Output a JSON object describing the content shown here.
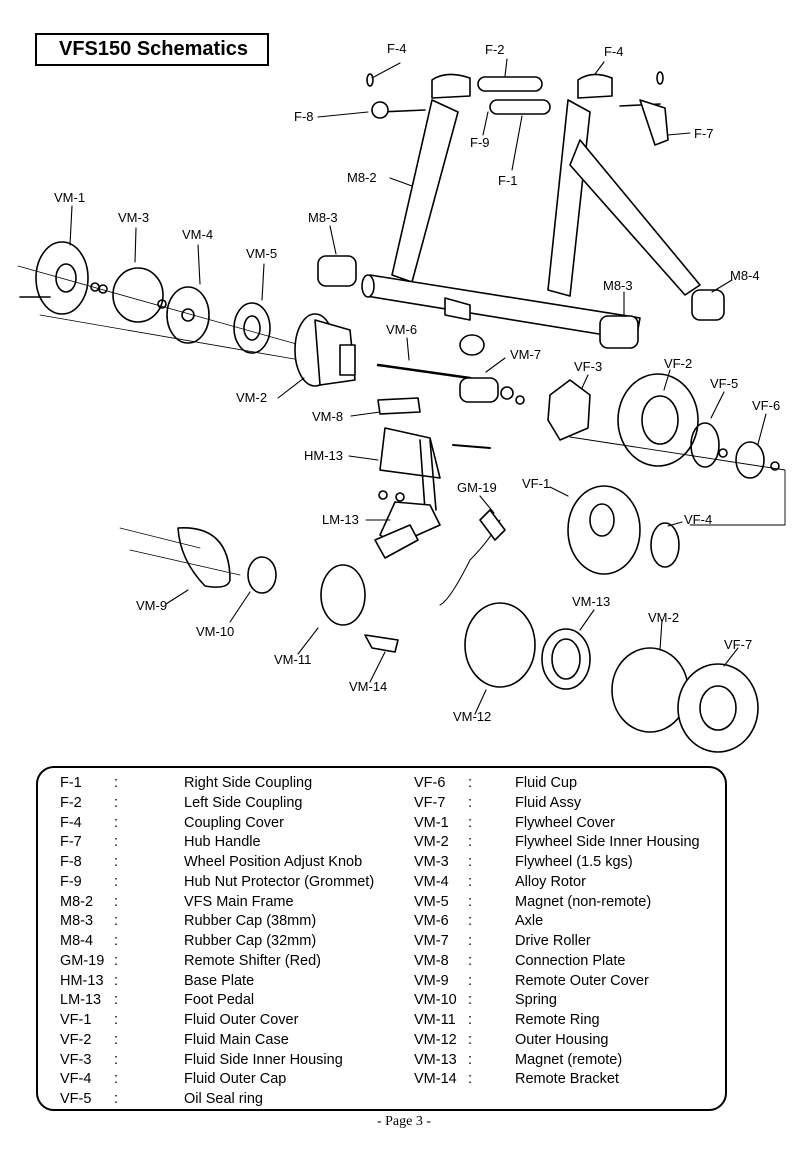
{
  "title": "VFS150 Schematics",
  "callouts": {
    "F4a": "F-4",
    "F2": "F-2",
    "F4b": "F-4",
    "F8": "F-8",
    "F9": "F-9",
    "F7": "F-7",
    "M82": "M8-2",
    "F1": "F-1",
    "VM1": "VM-1",
    "VM3": "VM-3",
    "M83a": "M8-3",
    "VM4": "VM-4",
    "VM5": "VM-5",
    "M84": "M8-4",
    "M83b": "M8-3",
    "VM6": "VM-6",
    "VF2": "VF-2",
    "VM7": "VM-7",
    "VF3": "VF-3",
    "VF5": "VF-5",
    "VF6": "VF-6",
    "VM2a": "VM-2",
    "VM8": "VM-8",
    "HM13": "HM-13",
    "GM19": "GM-19",
    "VF1": "VF-1",
    "VF4": "VF-4",
    "LM13": "LM-13",
    "VM13": "VM-13",
    "VM2b": "VM-2",
    "VF7": "VF-7",
    "VM9": "VM-9",
    "VM10": "VM-10",
    "VM11": "VM-11",
    "VM14": "VM-14",
    "VM12": "VM-12"
  },
  "parts_left": [
    {
      "code": "F-1",
      "sep": ":",
      "desc": "Right Side Coupling"
    },
    {
      "code": "F-2",
      "sep": ":",
      "desc": "Left Side Coupling"
    },
    {
      "code": "F-4",
      "sep": ":",
      "desc": "Coupling Cover"
    },
    {
      "code": "F-7",
      "sep": ":",
      "desc": "Hub Handle"
    },
    {
      "code": "F-8",
      "sep": ":",
      "desc": "Wheel Position Adjust Knob"
    },
    {
      "code": "F-9",
      "sep": ":",
      "desc": "Hub Nut Protector (Grommet)"
    },
    {
      "code": "M8-2",
      "sep": ":",
      "desc": "VFS Main Frame"
    },
    {
      "code": "M8-3",
      "sep": ":",
      "desc": "Rubber Cap (38mm)"
    },
    {
      "code": "M8-4",
      "sep": ":",
      "desc": "Rubber Cap (32mm)"
    },
    {
      "code": "GM-19",
      "sep": ":",
      "desc": "Remote Shifter (Red)"
    },
    {
      "code": "HM-13",
      "sep": ":",
      "desc": "Base Plate"
    },
    {
      "code": "LM-13",
      "sep": ":",
      "desc": "Foot Pedal"
    },
    {
      "code": "VF-1",
      "sep": ":",
      "desc": "Fluid Outer Cover"
    },
    {
      "code": "VF-2",
      "sep": ":",
      "desc": "Fluid Main Case"
    },
    {
      "code": "VF-3",
      "sep": ":",
      "desc": "Fluid Side Inner Housing"
    },
    {
      "code": "VF-4",
      "sep": ":",
      "desc": "Fluid Outer Cap"
    },
    {
      "code": "VF-5",
      "sep": ":",
      "desc": "Oil Seal ring"
    }
  ],
  "parts_right": [
    {
      "code": "VF-6",
      "sep": ":",
      "desc": "Fluid Cup"
    },
    {
      "code": "VF-7",
      "sep": ":",
      "desc": "Fluid Assy"
    },
    {
      "code": "VM-1",
      "sep": ":",
      "desc": "Flywheel Cover"
    },
    {
      "code": "VM-2",
      "sep": ":",
      "desc": "Flywheel Side Inner Housing"
    },
    {
      "code": "VM-3",
      "sep": ":",
      "desc": "Flywheel (1.5 kgs)"
    },
    {
      "code": "VM-4",
      "sep": ":",
      "desc": "Alloy Rotor"
    },
    {
      "code": "VM-5",
      "sep": ":",
      "desc": "Magnet (non-remote)"
    },
    {
      "code": "VM-6",
      "sep": ":",
      "desc": "Axle"
    },
    {
      "code": "VM-7",
      "sep": ":",
      "desc": "Drive Roller"
    },
    {
      "code": "VM-8",
      "sep": ":",
      "desc": "Connection Plate"
    },
    {
      "code": "VM-9",
      "sep": ":",
      "desc": "Remote Outer Cover"
    },
    {
      "code": "VM-10",
      "sep": ":",
      "desc": "Spring"
    },
    {
      "code": "VM-11",
      "sep": ":",
      "desc": "Remote Ring"
    },
    {
      "code": "VM-12",
      "sep": ":",
      "desc": "Outer Housing"
    },
    {
      "code": "VM-13",
      "sep": ":",
      "desc": "Magnet (remote)"
    },
    {
      "code": "VM-14",
      "sep": ":",
      "desc": "Remote Bracket"
    }
  ],
  "page_number": "- Page 3 -"
}
